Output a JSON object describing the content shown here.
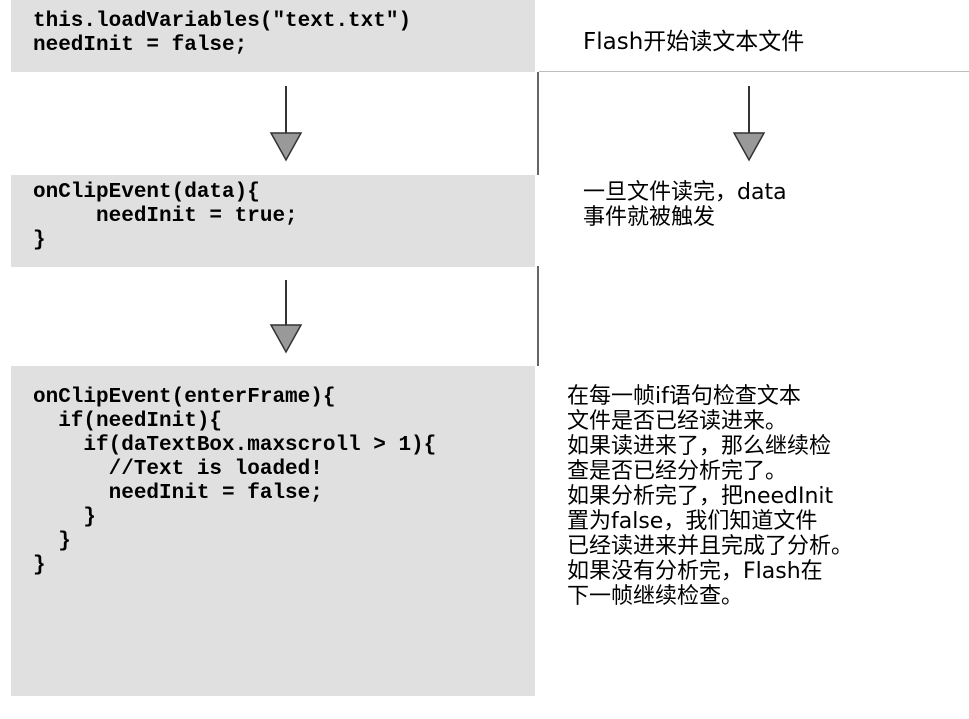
{
  "blocks": [
    {
      "code": "this.loadVariables(\"text.txt\")\nneedInit = false;",
      "description": "Flash开始读文本文件"
    },
    {
      "code": "onClipEvent(data){\n     needInit = true;\n}",
      "description": "一旦文件读完，data\n事件就被触发"
    },
    {
      "code": "onClipEvent(enterFrame){\n  if(needInit){\n    if(daTextBox.maxscroll > 1){\n      //Text is loaded!\n      needInit = false;\n    }\n  }\n}",
      "description": "在每一帧if语句检查文本\n文件是否已经读进来。\n如果读进来了，那么继续检\n查是否已经分析完了。\n如果分析完了，把needInit\n置为false，我们知道文件\n已经读进来并且完成了分析。\n如果没有分析完，Flash在\n下一帧继续检查。"
    }
  ],
  "colors": {
    "code_background": "#e0e0e0",
    "arrow_fill": "#999999",
    "divider": "#666666"
  }
}
